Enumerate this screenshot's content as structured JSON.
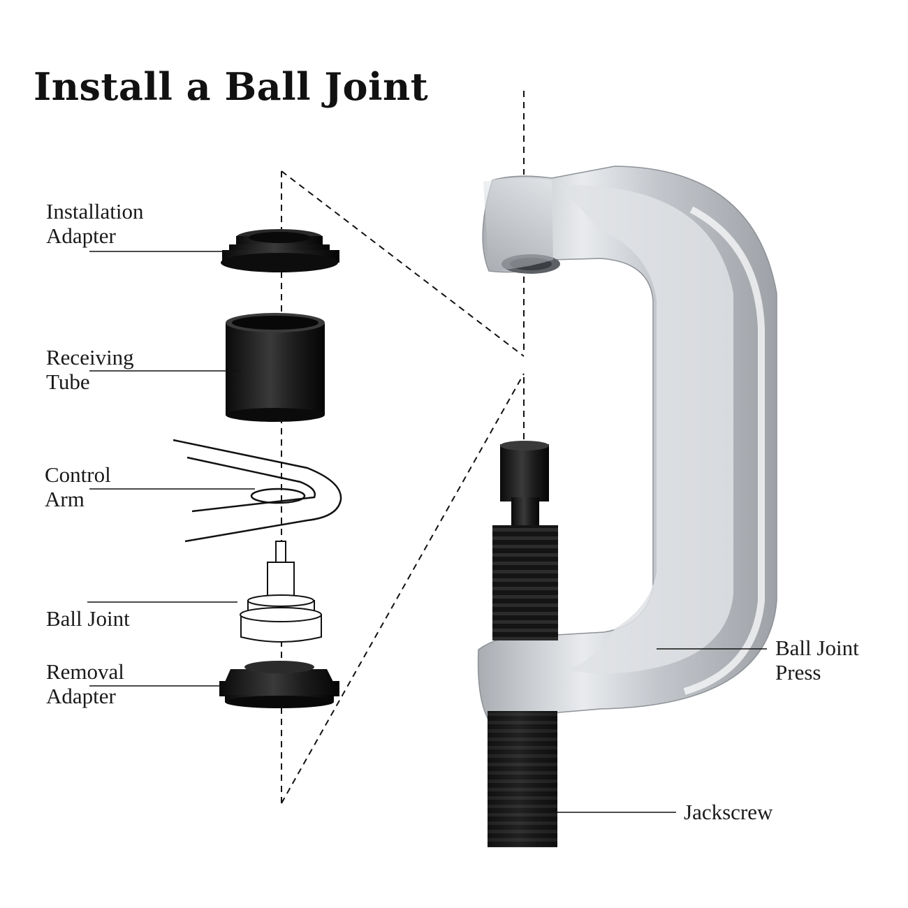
{
  "title": "Install a Ball Joint",
  "labels": {
    "installation_adapter": [
      "Installation",
      "Adapter"
    ],
    "receiving_tube": [
      "Receiving",
      "Tube"
    ],
    "control_arm": [
      "Control",
      "Arm"
    ],
    "ball_joint": [
      "Ball Joint"
    ],
    "removal_adapter": [
      "Removal",
      "Adapter"
    ],
    "ball_joint_press": [
      "Ball Joint",
      "Press"
    ],
    "jackscrew": [
      "Jackscrew"
    ]
  },
  "colors": {
    "part_black": "#151515",
    "press_silver": "#c9ccd0",
    "press_highlight": "#eef0f2",
    "line": "#111111"
  }
}
